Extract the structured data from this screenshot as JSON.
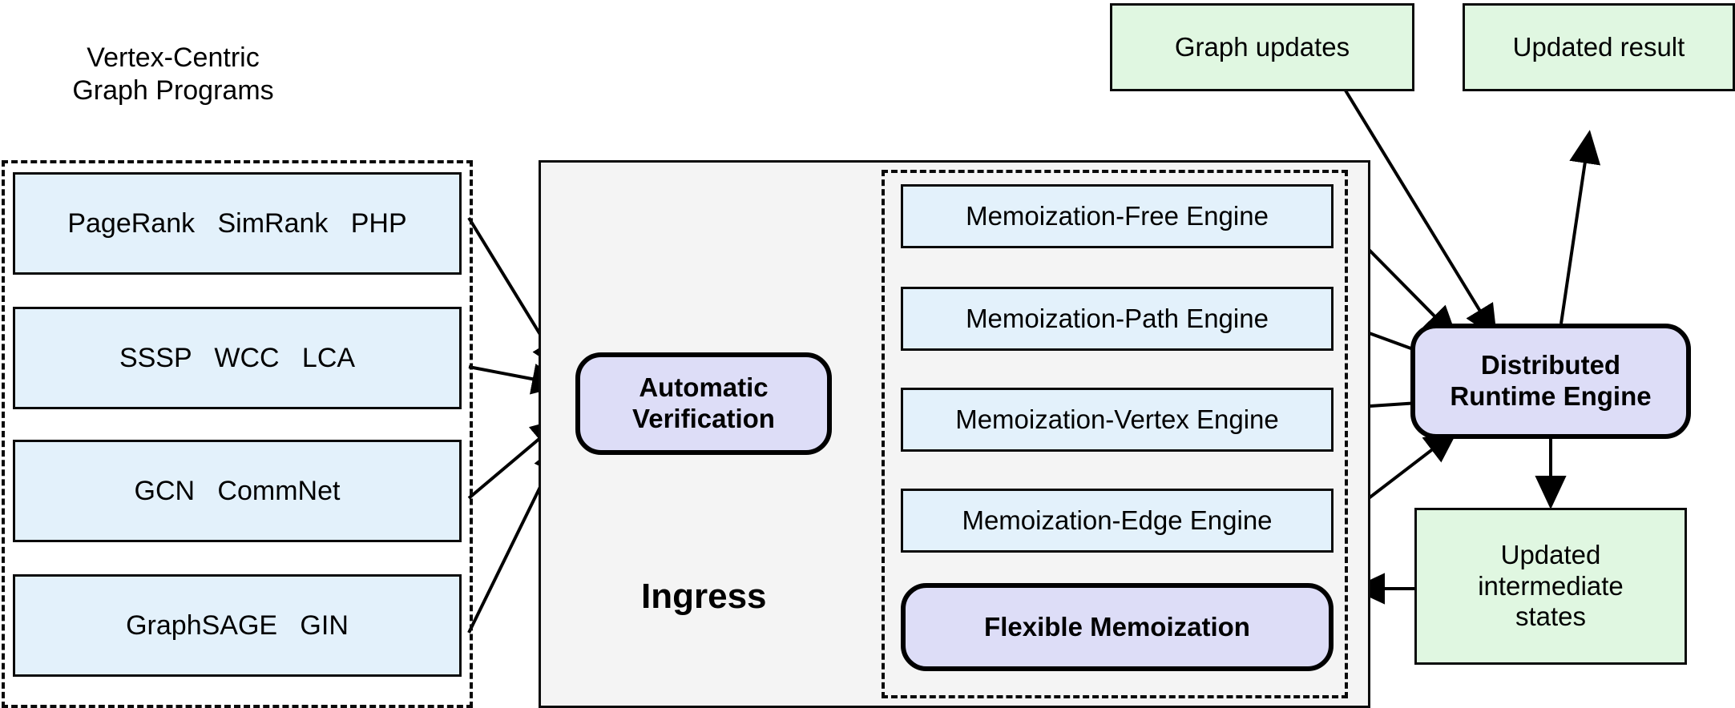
{
  "diagram": {
    "title_caption": "Vertex-Centric\nGraph Programs",
    "ingress_label": "Ingress",
    "program_boxes": [
      {
        "label": "PageRank   SimRank   PHP"
      },
      {
        "label": "SSSP   WCC   LCA"
      },
      {
        "label": "GCN   CommNet"
      },
      {
        "label": "GraphSAGE   GIN"
      }
    ],
    "verification": {
      "label": "Automatic\nVerification"
    },
    "engines": [
      {
        "label": "Memoization-Free Engine"
      },
      {
        "label": "Memoization-Path Engine"
      },
      {
        "label": "Memoization-Vertex Engine"
      },
      {
        "label": "Memoization-Edge Engine"
      }
    ],
    "flexible_memoization": {
      "label": "Flexible Memoization"
    },
    "runtime": {
      "label": "Distributed\nRuntime Engine"
    },
    "io_boxes": [
      {
        "label": "Graph updates"
      },
      {
        "label": "Updated result"
      },
      {
        "label": "Updated\nintermediate\nstates"
      }
    ],
    "colors": {
      "program_fill": "#e3f1fb",
      "engine_fill": "#e3f1fb",
      "green_fill": "#e0f7e1",
      "lavender_fill": "#ddddf7",
      "panel_fill": "#f4f4f4",
      "stroke": "#0a0a0a"
    }
  }
}
